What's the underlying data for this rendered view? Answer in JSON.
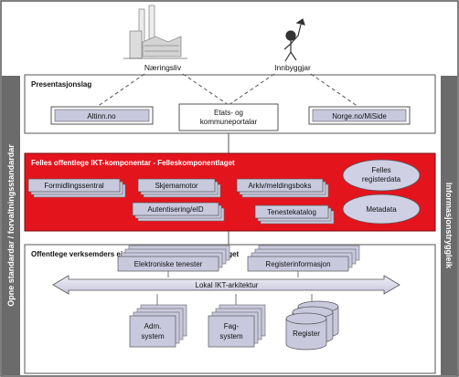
{
  "actors": {
    "business_label": "Næringsliv",
    "citizen_label": "Innbyggjar"
  },
  "side_bars": {
    "left_label": "Opne standardar / forvaltningsstandardar",
    "right_label": "Informasjonstryggleik"
  },
  "presentation_layer": {
    "title": "Presentasjonslag",
    "portals": {
      "altinn": "Altinn.no",
      "etats_line1": "Etats- og",
      "etats_line2": "kommuneportalar",
      "norge": "Norge.no/MiSide"
    }
  },
  "common_layer": {
    "title": "Felles offentlege IKT-komponentar - Felleskomponentlaget",
    "components": {
      "formidling": "Formidlingssentral",
      "skjema": "Skjemamotor",
      "arkiv": "Arkiv/meldingsboks",
      "autentisering": "Autentisering/eID",
      "tenestekatalog": "Tenestekatalog"
    },
    "registerdata_line1": "Felles",
    "registerdata_line2": "registerdata",
    "metadata": "Metadata"
  },
  "business_layer": {
    "title": "Offentlege verksemders eigne IKT-system - Verksemdslaget",
    "electronic_services": "Elektroniske tenester",
    "register_info": "Registerinformasjon",
    "local_architecture": "Lokal IKT-arkitektur",
    "adm_line1": "Adm.",
    "adm_line2": "system",
    "fag_line1": "Fag-",
    "fag_line2": "system",
    "register": "Register"
  },
  "colors": {
    "red_band": "#e4141d",
    "side_bar": "#6b6b6b",
    "box_fill": "#c9c9de",
    "ellipse_fill": "#cfd0e4",
    "border": "#444444"
  }
}
